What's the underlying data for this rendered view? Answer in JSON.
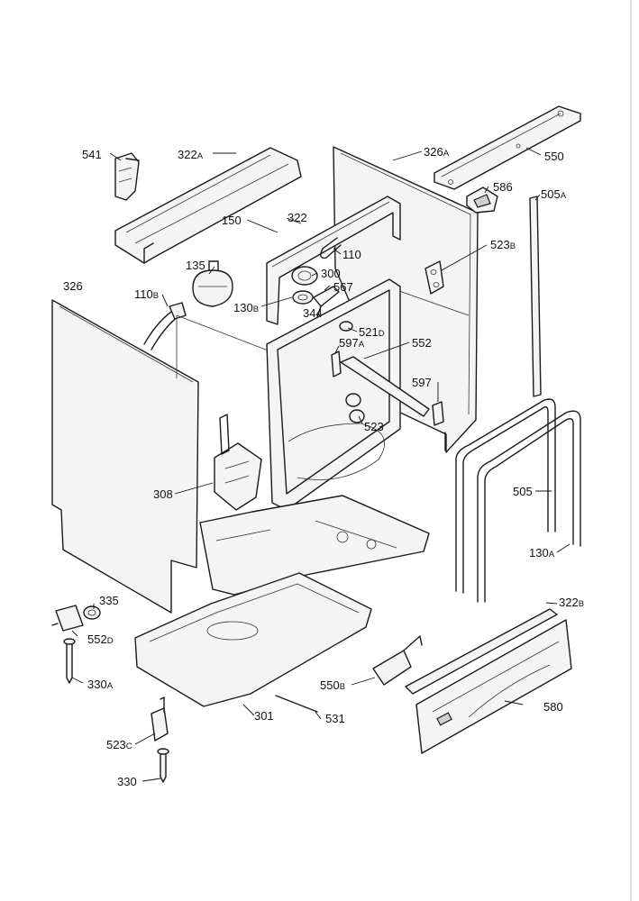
{
  "labels": {
    "541": {
      "num": "541",
      "suffix": ""
    },
    "322A": {
      "num": "322",
      "suffix": "A"
    },
    "326A": {
      "num": "326",
      "suffix": "A"
    },
    "550": {
      "num": "550",
      "suffix": ""
    },
    "586": {
      "num": "586",
      "suffix": ""
    },
    "505A": {
      "num": "505",
      "suffix": "A"
    },
    "322": {
      "num": "322",
      "suffix": ""
    },
    "150": {
      "num": "150",
      "suffix": ""
    },
    "110": {
      "num": "110",
      "suffix": ""
    },
    "523B": {
      "num": "523",
      "suffix": "B"
    },
    "135": {
      "num": "135",
      "suffix": ""
    },
    "300": {
      "num": "300",
      "suffix": ""
    },
    "567": {
      "num": "567",
      "suffix": ""
    },
    "326": {
      "num": "326",
      "suffix": ""
    },
    "110B": {
      "num": "110",
      "suffix": "B"
    },
    "130B": {
      "num": "130",
      "suffix": "B"
    },
    "344": {
      "num": "344",
      "suffix": ""
    },
    "521D": {
      "num": "521",
      "suffix": "D"
    },
    "597A": {
      "num": "597",
      "suffix": "A"
    },
    "552": {
      "num": "552",
      "suffix": ""
    },
    "597": {
      "num": "597",
      "suffix": ""
    },
    "523": {
      "num": "523",
      "suffix": ""
    },
    "505": {
      "num": "505",
      "suffix": ""
    },
    "308": {
      "num": "308",
      "suffix": ""
    },
    "130A": {
      "num": "130",
      "suffix": "A"
    },
    "335": {
      "num": "335",
      "suffix": ""
    },
    "322B": {
      "num": "322",
      "suffix": "B"
    },
    "552D": {
      "num": "552",
      "suffix": "D"
    },
    "330A": {
      "num": "330",
      "suffix": "A"
    },
    "550B": {
      "num": "550",
      "suffix": "B"
    },
    "580": {
      "num": "580",
      "suffix": ""
    },
    "301": {
      "num": "301",
      "suffix": ""
    },
    "531": {
      "num": "531",
      "suffix": ""
    },
    "523C": {
      "num": "523",
      "suffix": "C"
    },
    "330": {
      "num": "330",
      "suffix": ""
    }
  }
}
